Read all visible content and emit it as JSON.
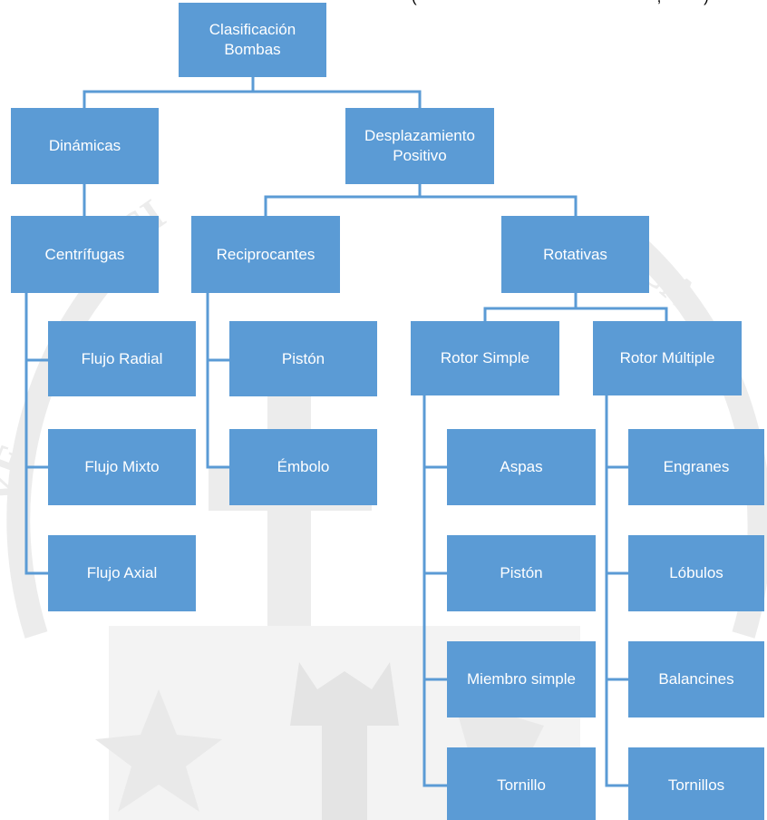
{
  "header_text": "(",
  "header_text_right": ", ",
  "header_text_end": ")",
  "colors": {
    "box": "#5b9bd5",
    "line": "#5b9bd5",
    "text": "#ffffff",
    "watermark": "#e6e6e6"
  },
  "diagram": {
    "root": "Clasificación\nBombas",
    "dinamicas": "Dinámicas",
    "desplazamiento": "Desplazamiento\nPositivo",
    "centrifugas": "Centrífugas",
    "reciprocantes": "Reciprocantes",
    "rotativas": "Rotativas",
    "flujo_radial": "Flujo Radial",
    "flujo_mixto": "Flujo Mixto",
    "flujo_axial": "Flujo Axial",
    "piston_recip": "Pistón",
    "embolo": "Émbolo",
    "rotor_simple": "Rotor Simple",
    "rotor_multiple": "Rotor Múltiple",
    "aspas": "Aspas",
    "piston_rot": "Pistón",
    "miembro_simple": "Miembro simple",
    "tornillo": "Tornillo",
    "engranes": "Engranes",
    "lobulos": "Lóbulos",
    "balancines": "Balancines",
    "tornillos": "Tornillos"
  }
}
